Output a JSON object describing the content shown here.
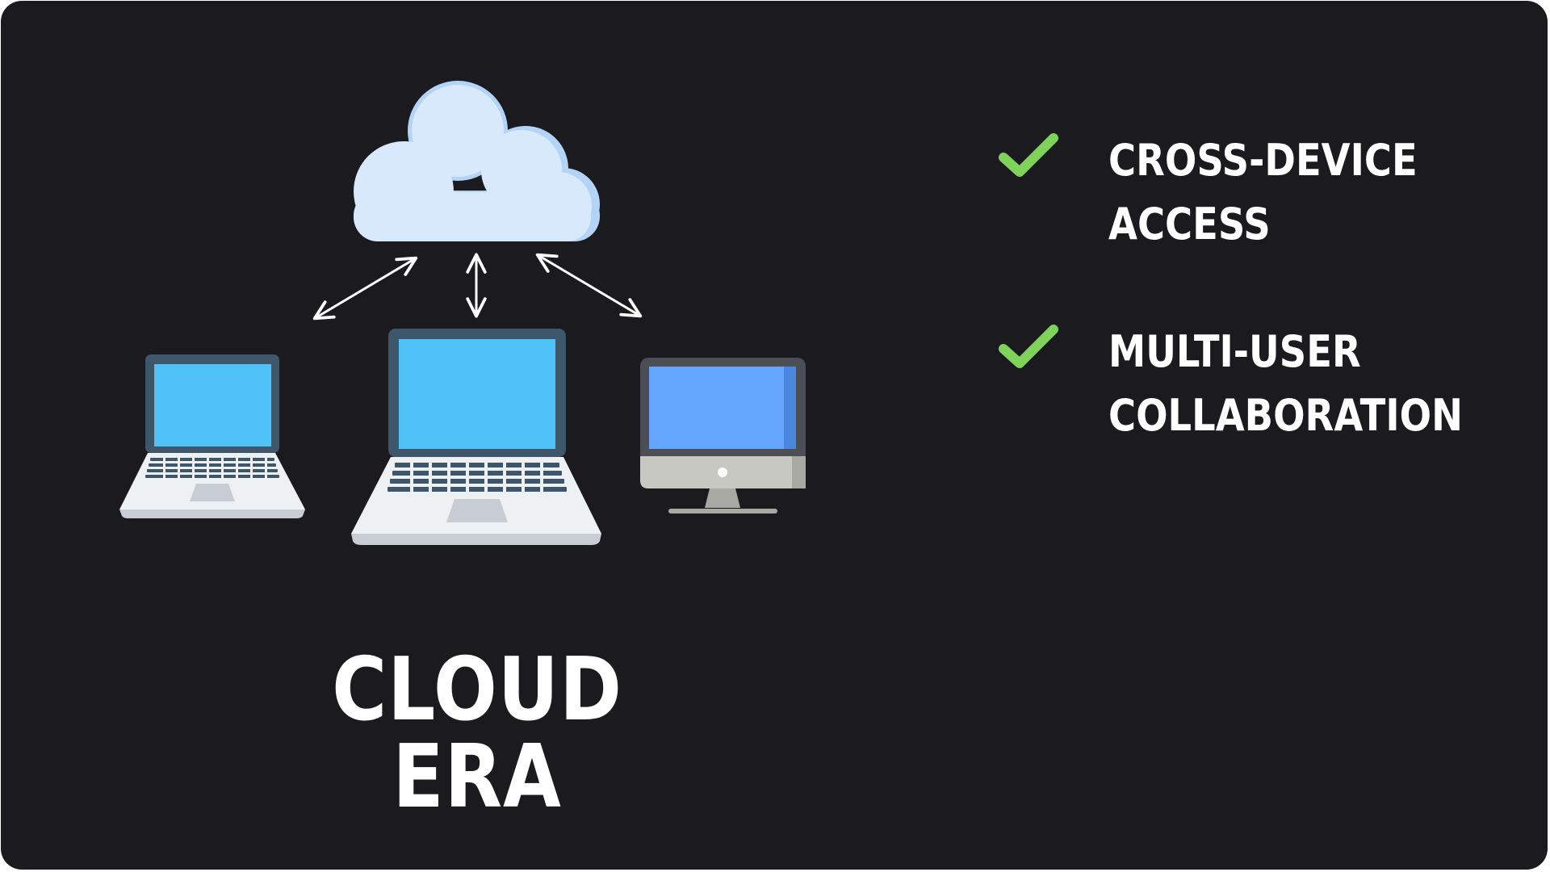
{
  "title": "CLOUD ERA",
  "features": [
    {
      "line1": "CROSS-DEVICE",
      "line2": "ACCESS",
      "icon": "check-icon"
    },
    {
      "line1": "MULTI-USER",
      "line2": "COLLABORATION",
      "icon": "check-icon"
    }
  ],
  "icons": {
    "cloud": "cloud-icon",
    "laptop_small": "laptop-icon",
    "laptop_large": "laptop-icon",
    "desktop": "desktop-monitor-icon",
    "arrows": "bidirectional-arrow-icon"
  },
  "colors": {
    "background": "#1b1b1f",
    "check": "#7fd35a",
    "cloud": "#d7e9fb",
    "screen": "#4fc3f7",
    "desktop_screen": "#64a6ff"
  }
}
